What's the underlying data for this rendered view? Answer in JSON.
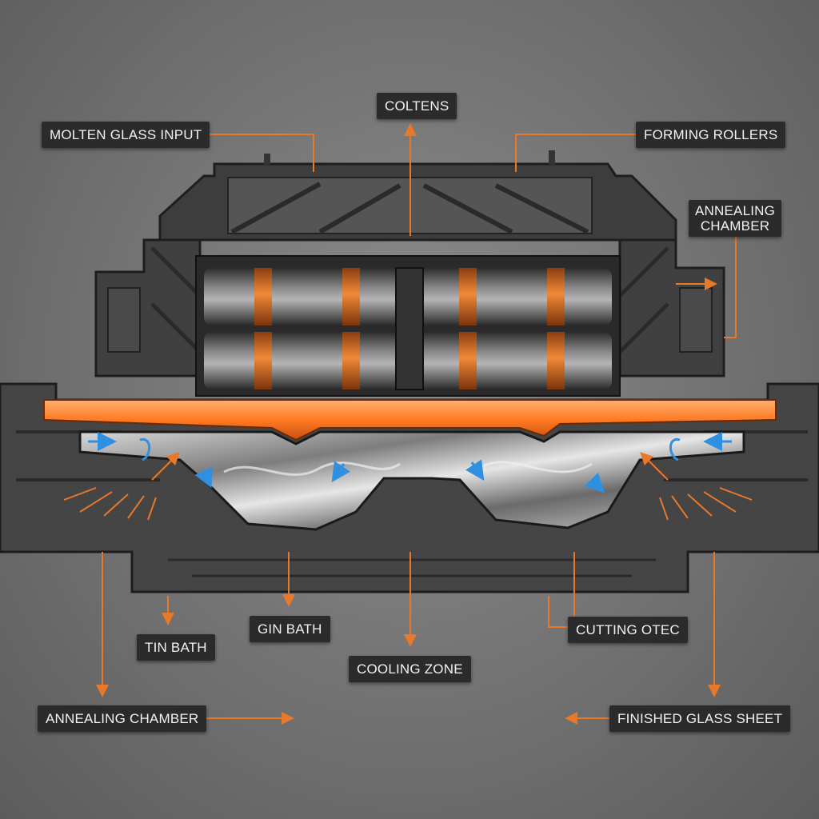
{
  "labels": {
    "molten_glass_input": "MOLTEN GLASS INPUT",
    "coltens": "COLTENS",
    "forming_rollers": "FORMING ROLLERS",
    "annealing_chamber_right_line1": "ANNEALING",
    "annealing_chamber_right_line2": "CHAMBER",
    "tin_bath": "TIN BATH",
    "gin_bath": "GIN BATH",
    "cooling_zone": "COOLING ZONE",
    "cutting_otec": "CUTTING OTEC",
    "annealing_chamber_bottom": "ANNEALING CHAMBER",
    "finished_glass_sheet": "FINISHED GLASS SHEET"
  },
  "colors": {
    "accent_orange": "#e8782a",
    "flow_blue": "#2f8fe0",
    "label_bg": "#2b2b2b",
    "label_text": "#f2f2f2",
    "machine_dark": "#3a3a3a"
  }
}
